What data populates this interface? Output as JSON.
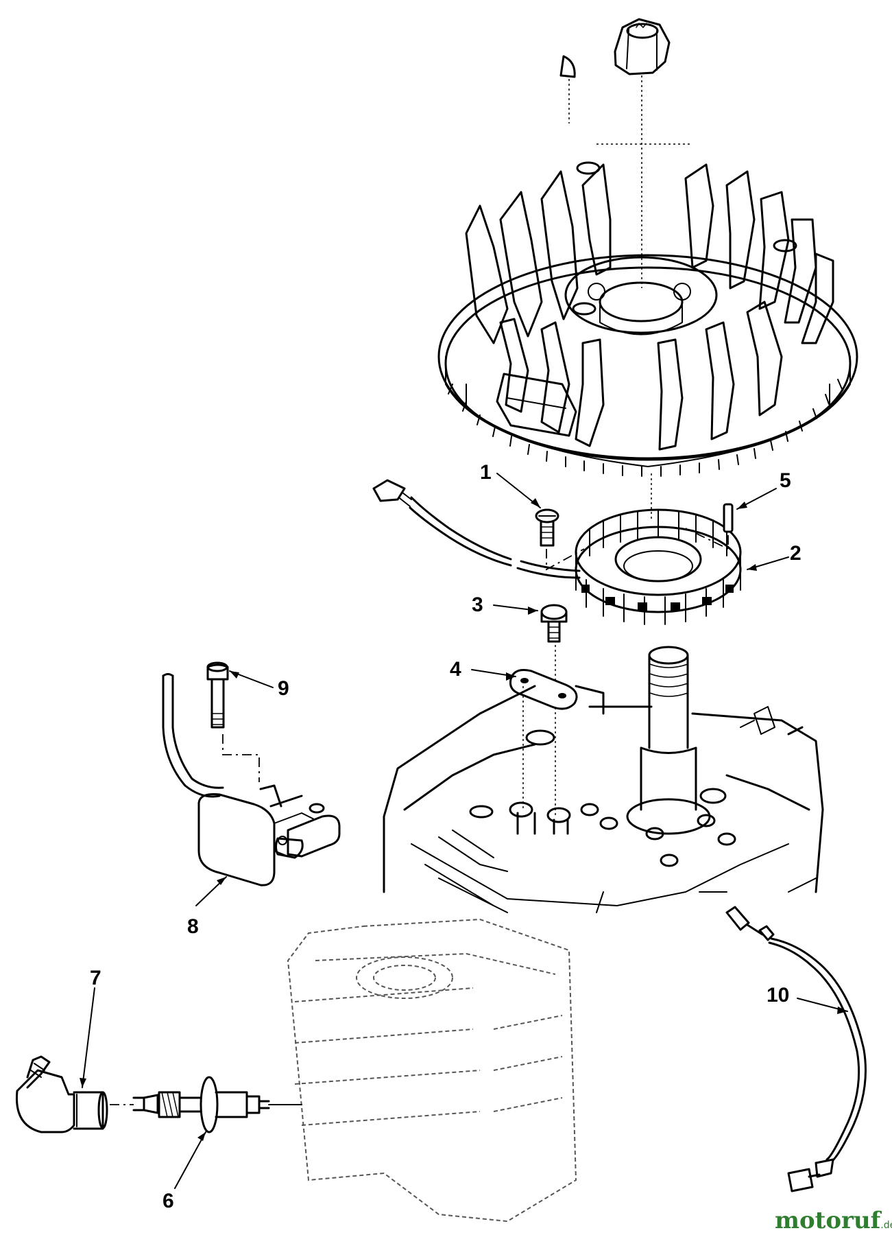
{
  "callouts": [
    {
      "id": "1",
      "label": "1"
    },
    {
      "id": "2",
      "label": "2"
    },
    {
      "id": "3",
      "label": "3"
    },
    {
      "id": "4",
      "label": "4"
    },
    {
      "id": "5",
      "label": "5"
    },
    {
      "id": "6",
      "label": "6"
    },
    {
      "id": "7",
      "label": "7"
    },
    {
      "id": "8",
      "label": "8"
    },
    {
      "id": "9",
      "label": "9"
    },
    {
      "id": "10",
      "label": "10"
    }
  ],
  "watermark": {
    "name": "motoruf",
    "suffix": ".de"
  },
  "colors": {
    "line": "#000000",
    "watermark": "#2f7d2f"
  }
}
